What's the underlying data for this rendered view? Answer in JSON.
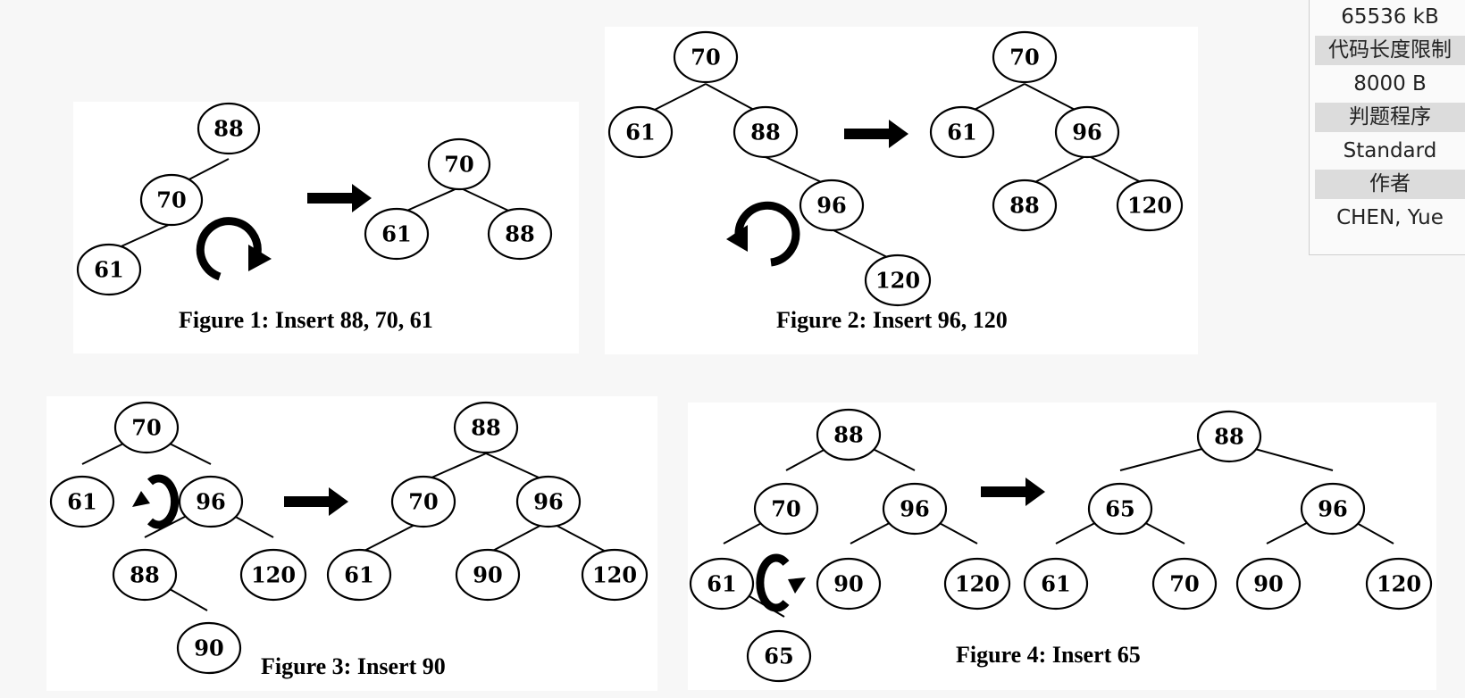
{
  "info_table": [
    {
      "text": "65536 kB",
      "head": false
    },
    {
      "text": "代码长度限制",
      "head": true
    },
    {
      "text": "8000 B",
      "head": false
    },
    {
      "text": "判题程序",
      "head": true
    },
    {
      "text": "Standard",
      "head": false
    },
    {
      "text": "作者",
      "head": true
    },
    {
      "text": "CHEN, Yue",
      "head": false
    }
  ],
  "figures": [
    {
      "caption": "Figure 1: Insert 88, 70, 61",
      "before": [
        {
          "label": "88"
        },
        {
          "label": "70"
        },
        {
          "label": "61"
        }
      ],
      "after": [
        {
          "label": "70"
        },
        {
          "label": "61"
        },
        {
          "label": "88"
        }
      ]
    },
    {
      "caption": "Figure 2: Insert 96, 120",
      "before": [
        {
          "label": "70"
        },
        {
          "label": "61"
        },
        {
          "label": "88"
        },
        {
          "label": "96"
        },
        {
          "label": "120"
        }
      ],
      "after": [
        {
          "label": "70"
        },
        {
          "label": "61"
        },
        {
          "label": "96"
        },
        {
          "label": "88"
        },
        {
          "label": "120"
        }
      ]
    },
    {
      "caption": "Figure 3: Insert 90",
      "before": [
        {
          "label": "70"
        },
        {
          "label": "61"
        },
        {
          "label": "96"
        },
        {
          "label": "88"
        },
        {
          "label": "120"
        },
        {
          "label": "90"
        }
      ],
      "after": [
        {
          "label": "88"
        },
        {
          "label": "70"
        },
        {
          "label": "96"
        },
        {
          "label": "61"
        },
        {
          "label": "90"
        },
        {
          "label": "120"
        }
      ]
    },
    {
      "caption": "Figure 4: Insert 65",
      "before": [
        {
          "label": "88"
        },
        {
          "label": "70"
        },
        {
          "label": "96"
        },
        {
          "label": "61"
        },
        {
          "label": "90"
        },
        {
          "label": "120"
        },
        {
          "label": "65"
        }
      ],
      "after": [
        {
          "label": "88"
        },
        {
          "label": "65"
        },
        {
          "label": "96"
        },
        {
          "label": "61"
        },
        {
          "label": "70"
        },
        {
          "label": "90"
        },
        {
          "label": "120"
        }
      ]
    }
  ]
}
